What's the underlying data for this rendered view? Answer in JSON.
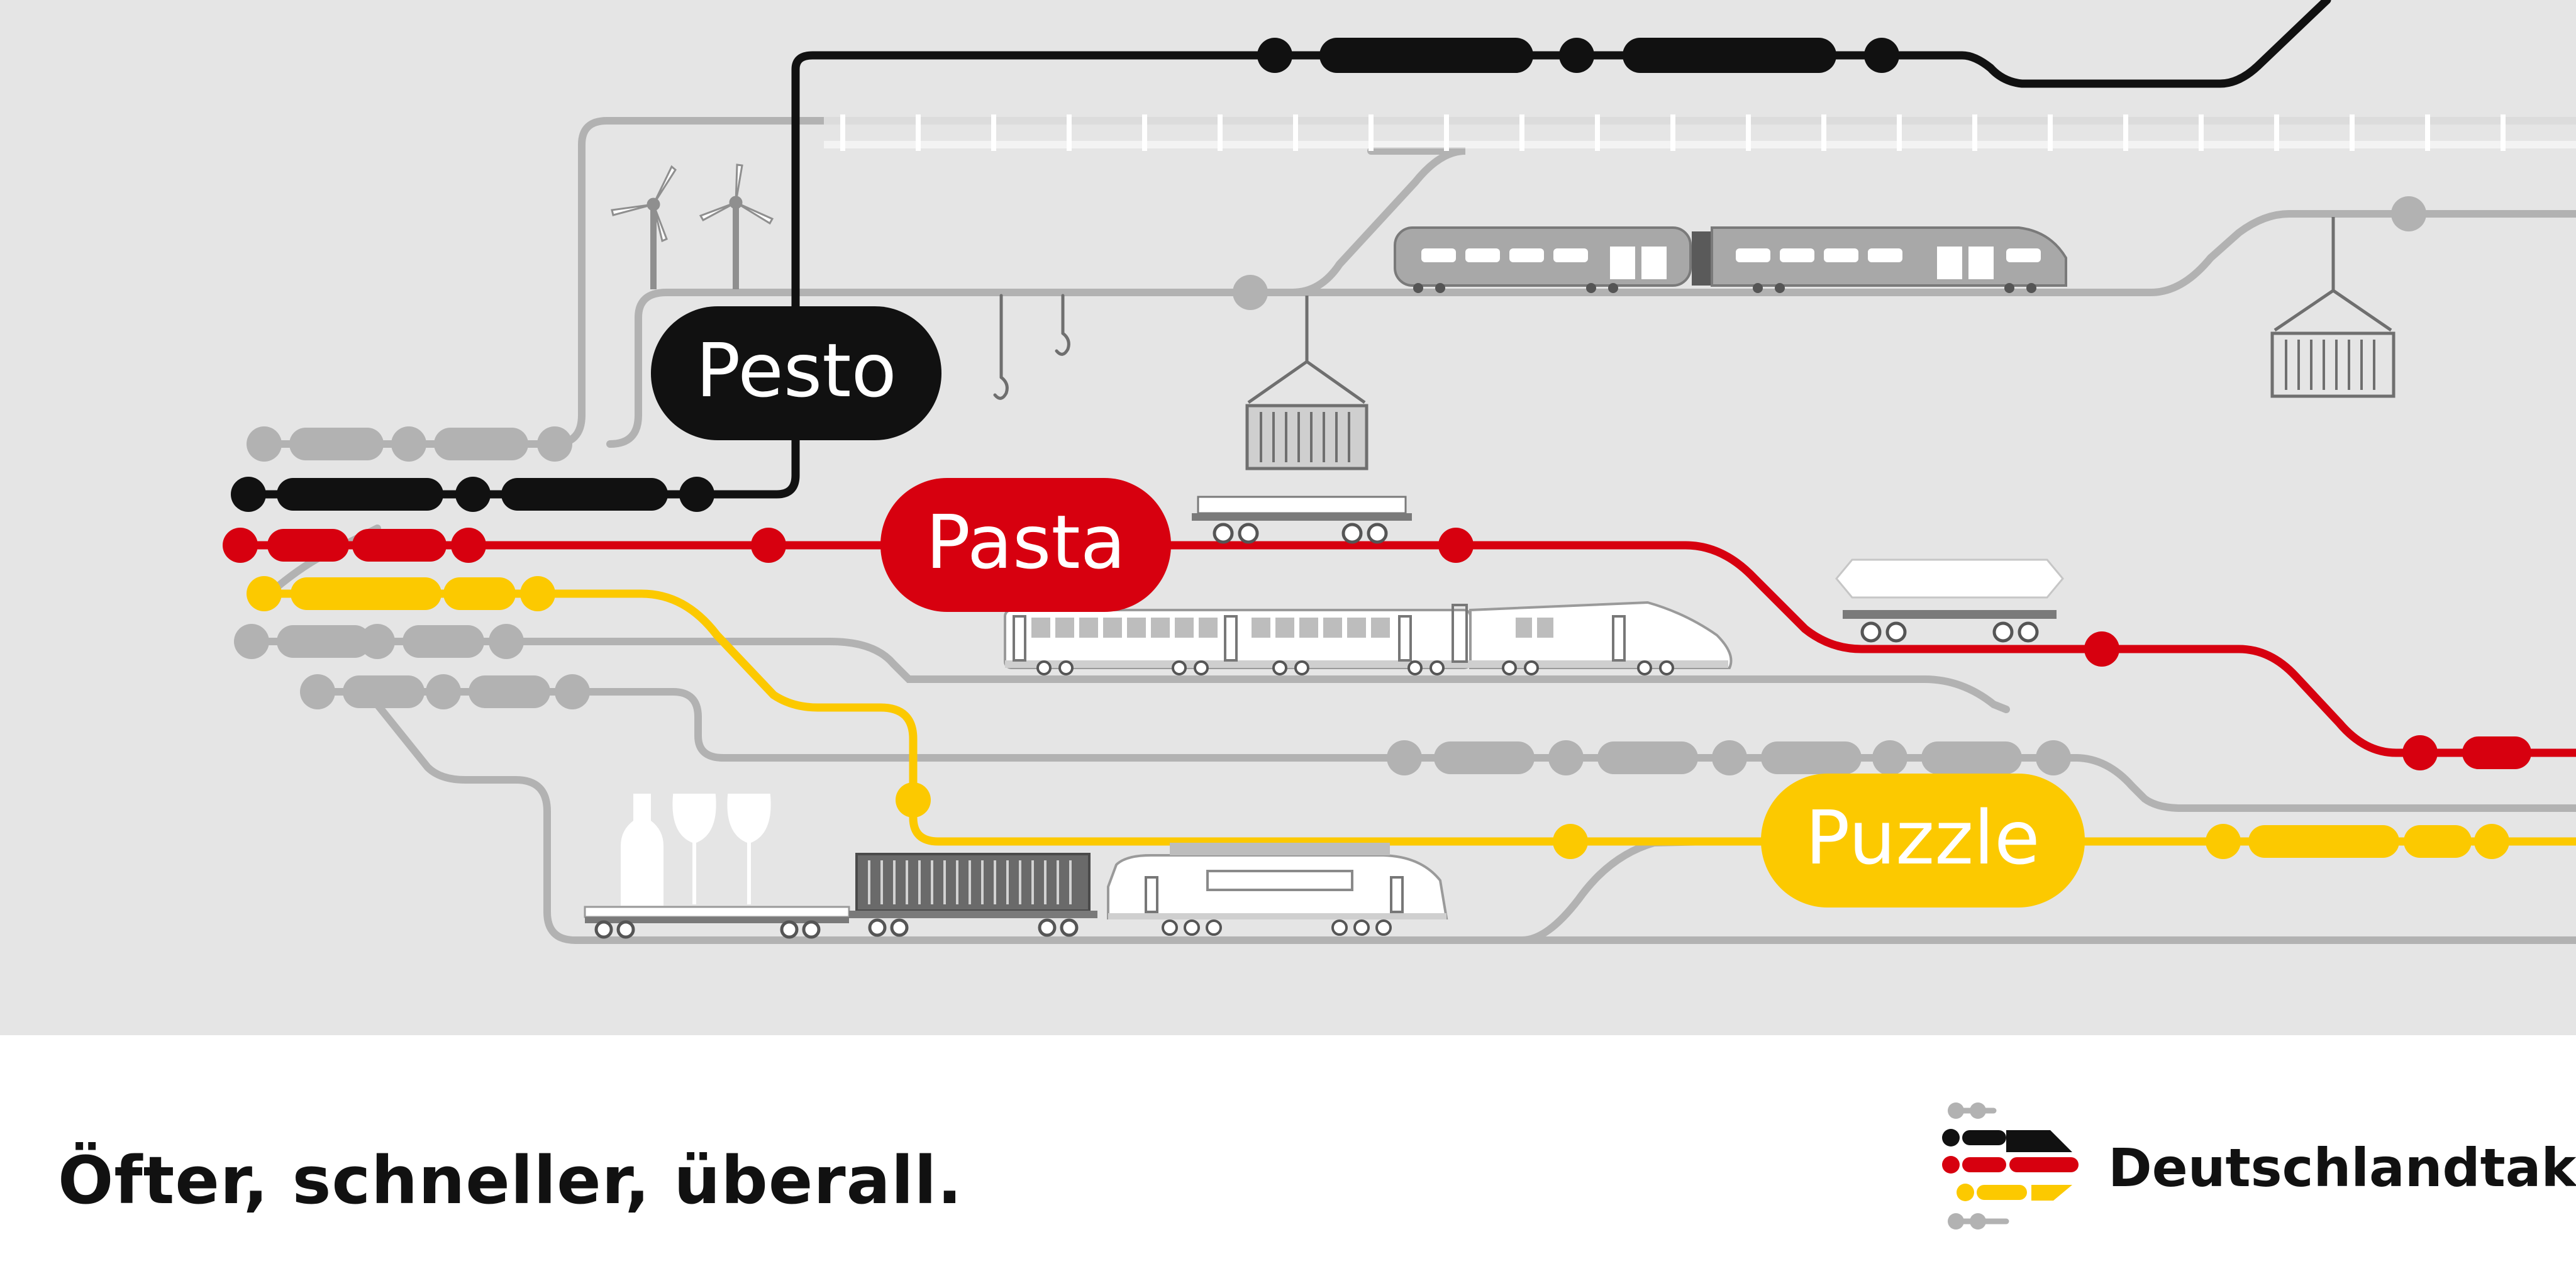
{
  "labels": {
    "pesto": "Pesto",
    "pasta": "Pasta",
    "puzzle": "Puzzle"
  },
  "footer": {
    "slogan": "Öfter, schneller, überall.",
    "brand": "Deutschlandtakt"
  },
  "colors": {
    "background_art": "#e5e5e5",
    "track_gray": "#b2b2b2",
    "line_black": "#111111",
    "line_red": "#d7000f",
    "line_yellow": "#fcc900",
    "footer_bg": "#ffffff",
    "text_dark": "#111111"
  },
  "icons": [
    "wind-turbine-icon",
    "crane-hook-icon",
    "shipping-container-icon",
    "double-deck-train-icon",
    "high-speed-train-icon",
    "freight-wagon-icon",
    "electric-locomotive-icon",
    "bottle-icon",
    "wine-glass-icon",
    "deutschlandtakt-logo-icon"
  ]
}
